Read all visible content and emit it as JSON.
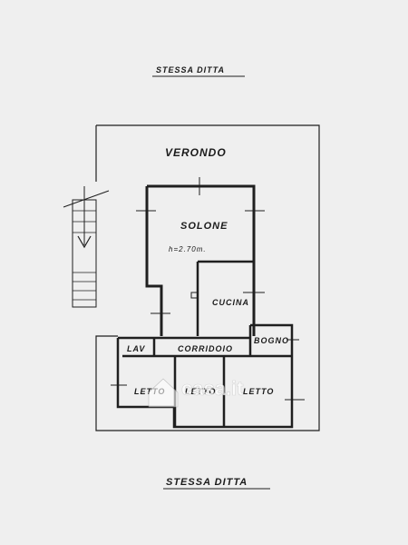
{
  "header": {
    "label": "STESSA DITTA"
  },
  "footer": {
    "label": "STESSA DITTA"
  },
  "rooms": {
    "veranda": "VERONDO",
    "salone": "SOLONE",
    "height_note": "h=2.70m.",
    "cucina": "CUCINA",
    "corridoio": "CORRIDOIO",
    "lav": "LAV",
    "bagno": "BOGNO",
    "letto_left": "LETTO",
    "letto_middle": "LETTO",
    "letto_right": "LETTO"
  },
  "watermark": {
    "text": "casa.it"
  },
  "colors": {
    "paper": "#efefef",
    "ink": "#1f1f1f"
  }
}
